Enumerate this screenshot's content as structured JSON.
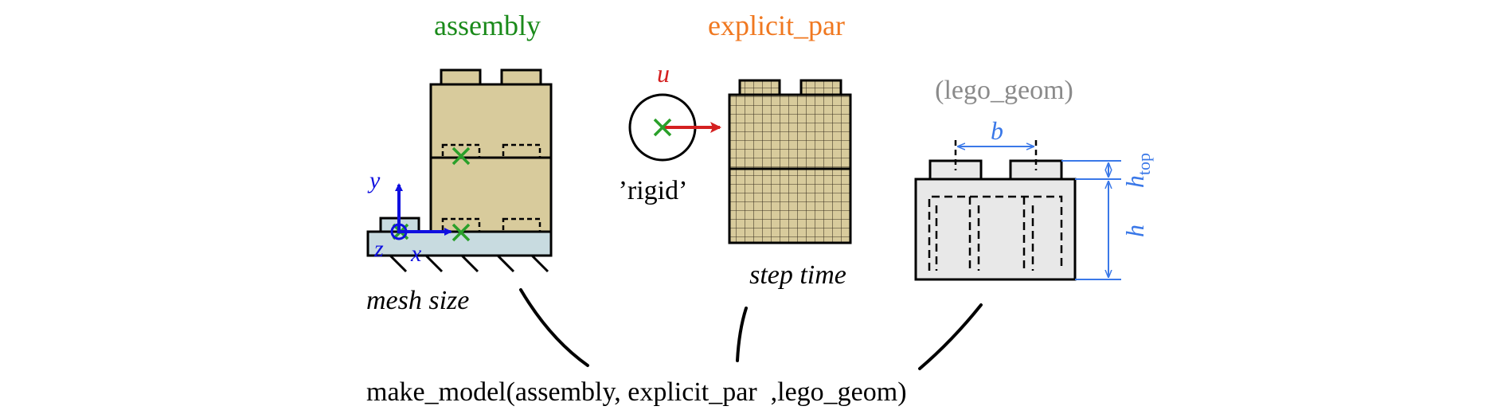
{
  "labels": {
    "assembly_title": "assembly",
    "explicit_title": "explicit_par",
    "geom_title": "(lego_geom)",
    "axis_x": "x",
    "axis_y": "y",
    "axis_z": "z",
    "velocity": "u",
    "rigid": "’rigid’",
    "mesh_size": "mesh size",
    "step_time": "step time",
    "dim_b": "b",
    "dim_h": "h",
    "dim_h_top_main": "h",
    "dim_h_top_sub": "top",
    "function_call": "make_model(assembly, explicit_par  ,lego_geom)"
  },
  "colors": {
    "assembly": "#1a8a1a",
    "explicit": "#f07820",
    "geom": "#8a8a8a",
    "axes": "#1010e0",
    "velocity": "#d42020",
    "dimension": "#3a78e8",
    "brick_fill": "#d8cb9c",
    "base_fill": "#c8dbe0",
    "geom_fill": "#e8e8e8",
    "marker": "#2aa02a"
  }
}
